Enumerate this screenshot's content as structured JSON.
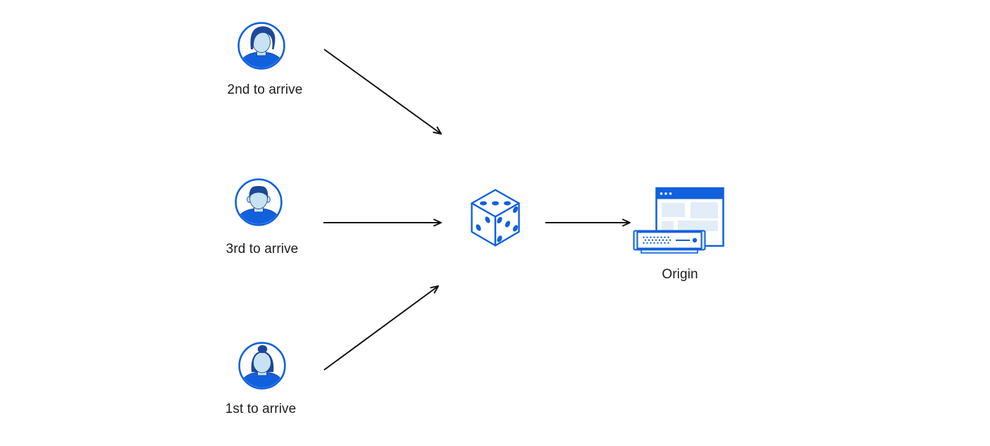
{
  "page": {
    "background": "#ffffff"
  },
  "colors": {
    "primary_blue": "#1160de",
    "dark_navy": "#1b4898",
    "skin_light_blue": "#c8e2f4",
    "pale_block_blue": "#e2edf8",
    "server_pale_blue": "#d8e9f8",
    "arrow_black": "#111111",
    "text_color": "#1d1d1f"
  },
  "diagram": {
    "nodes": {
      "visitor_top": {
        "label": "2nd to arrive",
        "icon": "male-avatar-icon"
      },
      "visitor_middle": {
        "label": "3rd to arrive",
        "icon": "male-avatar-icon"
      },
      "visitor_bottom": {
        "label": "1st to arrive",
        "icon": "female-avatar-icon"
      },
      "randomizer": {
        "icon": "dice-icon"
      },
      "origin": {
        "label": "Origin",
        "icon": "origin-server-icon"
      }
    },
    "edges": [
      {
        "from": "visitor_top",
        "to": "randomizer"
      },
      {
        "from": "visitor_middle",
        "to": "randomizer"
      },
      {
        "from": "visitor_bottom",
        "to": "randomizer"
      },
      {
        "from": "randomizer",
        "to": "origin"
      }
    ]
  }
}
